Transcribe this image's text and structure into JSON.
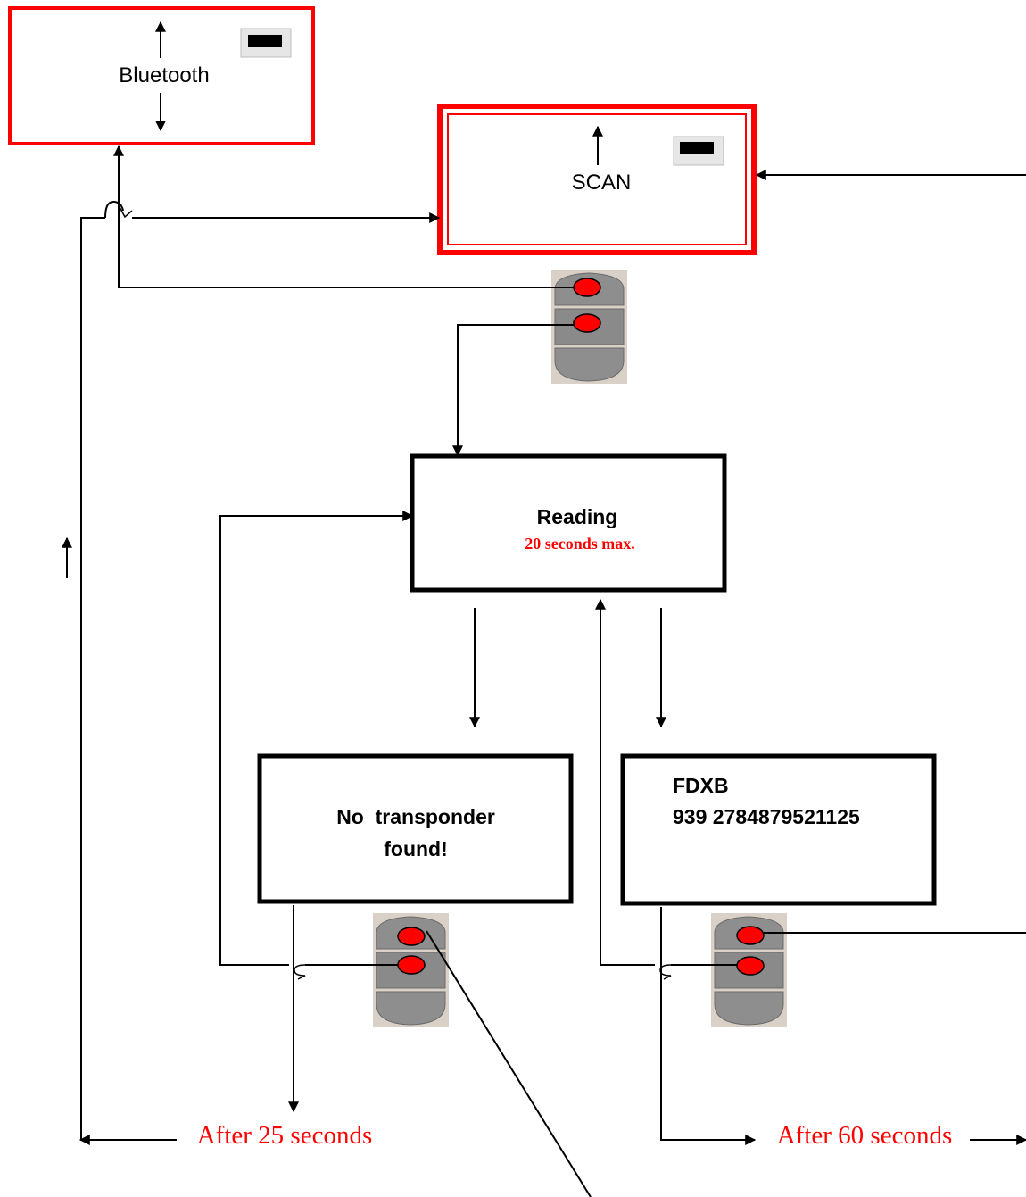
{
  "screens": {
    "bluetooth": {
      "label": "Bluetooth"
    },
    "scan": {
      "label": "SCAN"
    },
    "reading": {
      "title": "Reading",
      "note": "20 seconds max."
    },
    "no_transponder": {
      "line1": "No  transponder",
      "line2": "found!"
    },
    "result": {
      "line1": "FDXB",
      "line2": "939 2784879521125"
    }
  },
  "timeouts": {
    "left": "After 25 seconds",
    "right": "After 60 seconds"
  },
  "colors": {
    "screen_border_red": "#ff0000",
    "screen_border_black": "#000000",
    "timeout_text": "#ff0000",
    "note_text": "#ff0000",
    "keypad_body": "#8c8c8c",
    "keypad_bg": "#d8cfc4",
    "key_dot": "#ff0000"
  },
  "icons": {
    "battery": "battery-icon",
    "keypad": "keypad-icon"
  }
}
